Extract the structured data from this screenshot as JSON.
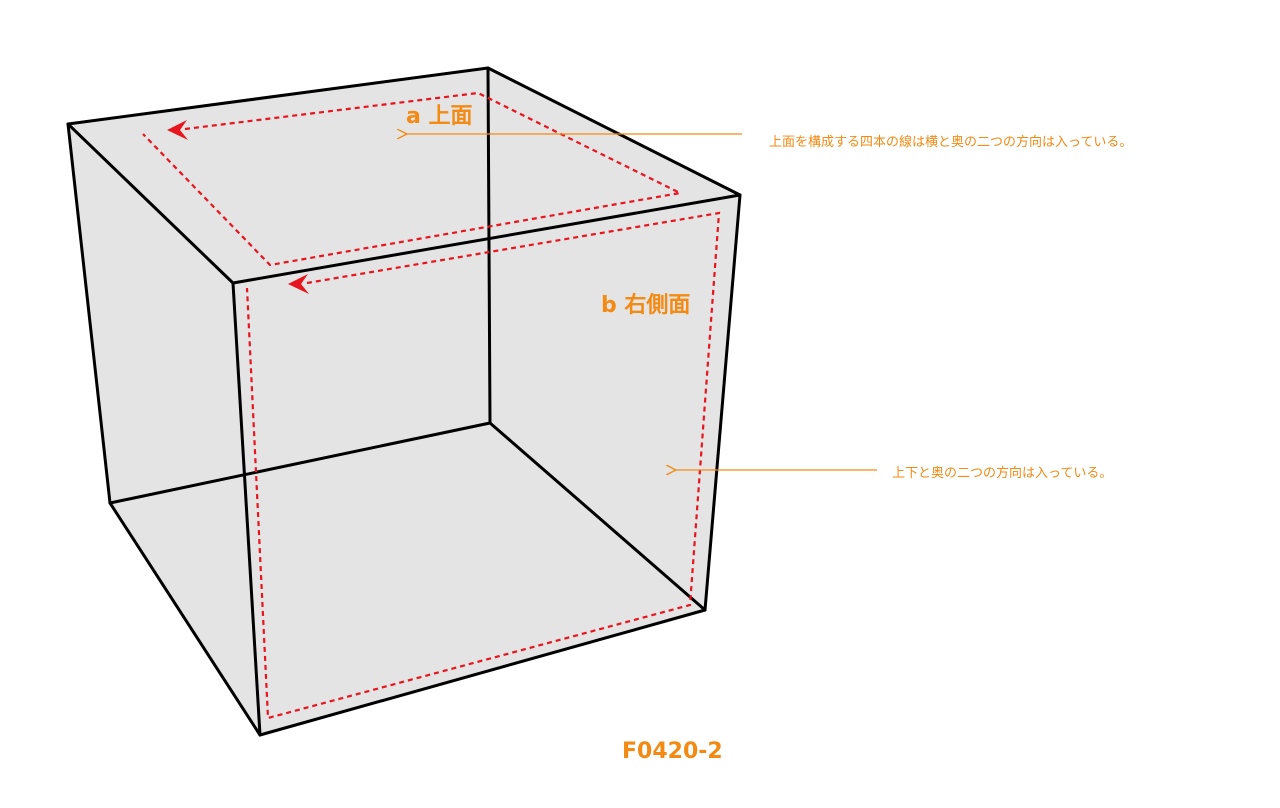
{
  "labels": {
    "face_a": "a 上面",
    "face_b": "b 右側面",
    "note_top": "上面を構成する四本の線は横と奥の二つの方向は入っている。",
    "note_side": "上下と奥の二つの方向は入っている。",
    "figure_id": "F0420-2"
  },
  "colors": {
    "accent": "#f28a14",
    "dashed": "#e8141e",
    "edge": "#000000",
    "face": "#e4e4e4"
  }
}
